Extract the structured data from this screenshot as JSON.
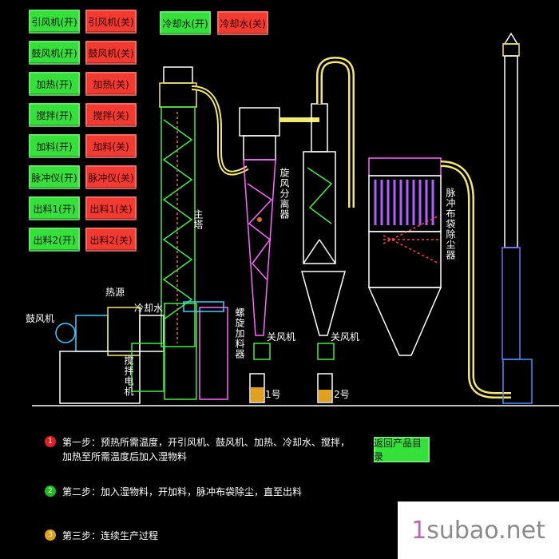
{
  "controls": [
    {
      "on": "引风机(开)",
      "off": "引风机(关)"
    },
    {
      "on": "鼓风机(开)",
      "off": "鼓风机(关)"
    },
    {
      "on": "加热(开)",
      "off": "加热(关)"
    },
    {
      "on": "搅拌(开)",
      "off": "搅拌(关)"
    },
    {
      "on": "加料(开)",
      "off": "加料(关)"
    },
    {
      "on": "脉冲仪(开)",
      "off": "脉冲仪(关)"
    },
    {
      "on": "出料1(开)",
      "off": "出料1(关)"
    },
    {
      "on": "出料2(开)",
      "off": "出料2(关)"
    }
  ],
  "cooling_controls": {
    "on": "冷却水(开)",
    "off": "冷却水(关)"
  },
  "diagram_labels": {
    "main_tower": "主塔",
    "cyclone": "旋风分离器",
    "pulse_collector": "脉冲布袋除尘器",
    "blower": "鼓风机",
    "heat_source": "热源",
    "cooling_water": "冷却水",
    "screw_feeder": "螺旋加料器",
    "stirrer": "搅拌电机",
    "airlock_1": "关风机",
    "airlock_2": "关风机",
    "bin_1": "1号",
    "bin_2": "2号"
  },
  "steps": [
    {
      "num": "1",
      "text_line1": "第一步：预热所需温度，开引风机、鼓风机、加热、冷却水、搅拌，",
      "text_line2": "加热至所需温度后加入湿物料",
      "color": "#e02020"
    },
    {
      "num": "2",
      "text_line1": "第二步：加入湿物料，开加料，脉冲布袋除尘，直至出料",
      "text_line2": "",
      "color": "#22bb22"
    },
    {
      "num": "3",
      "text_line1": "第三步：连续生产过程",
      "text_line2": "",
      "color": "#e0a020"
    }
  ],
  "return_button": "返回产品目录",
  "watermark": {
    "accent": "1",
    "rest": "subao.net"
  },
  "colors": {
    "on": "#36e03a",
    "off": "#f23a30",
    "pipe": "#f5e870",
    "frame": "#ffffff"
  }
}
